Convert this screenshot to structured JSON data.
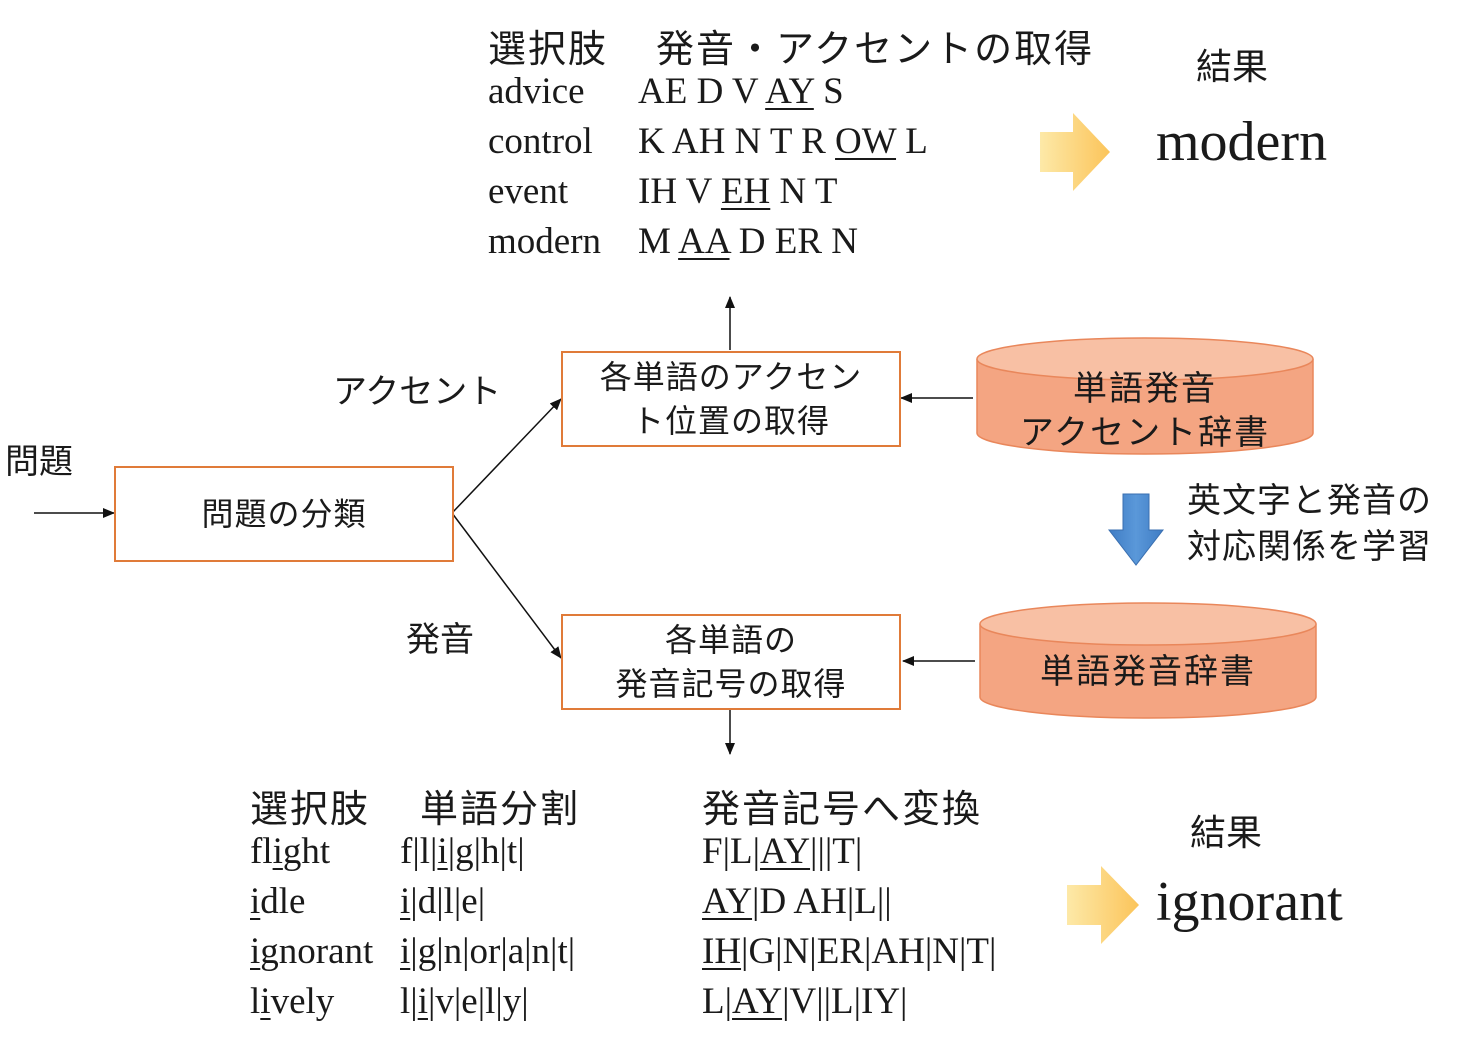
{
  "input_label": "問題",
  "classify_box": "問題の分類",
  "branch_accent_label": "アクセント",
  "branch_pron_label": "発音",
  "accent_box": {
    "line1": "各単語のアクセン",
    "line2": "ト位置の取得"
  },
  "pron_box": {
    "line1": "各単語の",
    "line2": "発音記号の取得"
  },
  "db_accent": {
    "line1": "単語発音",
    "line2": "アクセント辞書"
  },
  "db_pron": "単語発音辞書",
  "learn_label": {
    "line1": "英文字と発音の",
    "line2": "対応関係を学習"
  },
  "top_table": {
    "header_choices": "選択肢",
    "header_accent": "発音・アクセントの取得",
    "rows": [
      {
        "word": "advice",
        "pre": "AE D V ",
        "ul": "AY",
        "post": " S"
      },
      {
        "word": "control",
        "pre": "K AH N T R ",
        "ul": "OW",
        "post": " L"
      },
      {
        "word": "event",
        "pre": "IH V ",
        "ul": "EH",
        "post": " N T"
      },
      {
        "word": "modern",
        "pre": "M ",
        "ul": "AA",
        "post": " D ER N"
      }
    ],
    "result_label": "結果",
    "result": "modern"
  },
  "bottom_table": {
    "header_choices": "選択肢",
    "header_split": "単語分割",
    "header_convert": "発音記号へ変換",
    "rows": [
      {
        "w_pre": "fl",
        "w_ul": "i",
        "w_post": "ght",
        "s_pre": "f|l|",
        "s_ul": "i",
        "s_post": "|g|h|t|",
        "p_pre": "F|L|",
        "p_ul": "AY",
        "p_post": "|||T|"
      },
      {
        "w_pre": "",
        "w_ul": "i",
        "w_post": "dle",
        "s_pre": "",
        "s_ul": "i",
        "s_post": "|d|l|e|",
        "p_pre": "",
        "p_ul": "AY",
        "p_post": "|D AH|L||"
      },
      {
        "w_pre": "",
        "w_ul": "i",
        "w_post": "gnorant",
        "s_pre": "",
        "s_ul": "i",
        "s_post": "|g|n|or|a|n|t|",
        "p_pre": "",
        "p_ul": "IH",
        "p_post": "|G|N|ER|AH|N|T|"
      },
      {
        "w_pre": "l",
        "w_ul": "i",
        "w_post": "vely",
        "s_pre": "l|",
        "s_ul": "i",
        "s_post": "|v|e|l|y|",
        "p_pre": "L|",
        "p_ul": "AY",
        "p_post": "|V||L|IY|"
      }
    ],
    "result_label": "結果",
    "result": "ignorant"
  },
  "colors": {
    "box_border": "#e07b39",
    "db_fill": "#f4a582",
    "down_arrow": "#4a86c8",
    "result_arrow": "#fcd77e"
  }
}
